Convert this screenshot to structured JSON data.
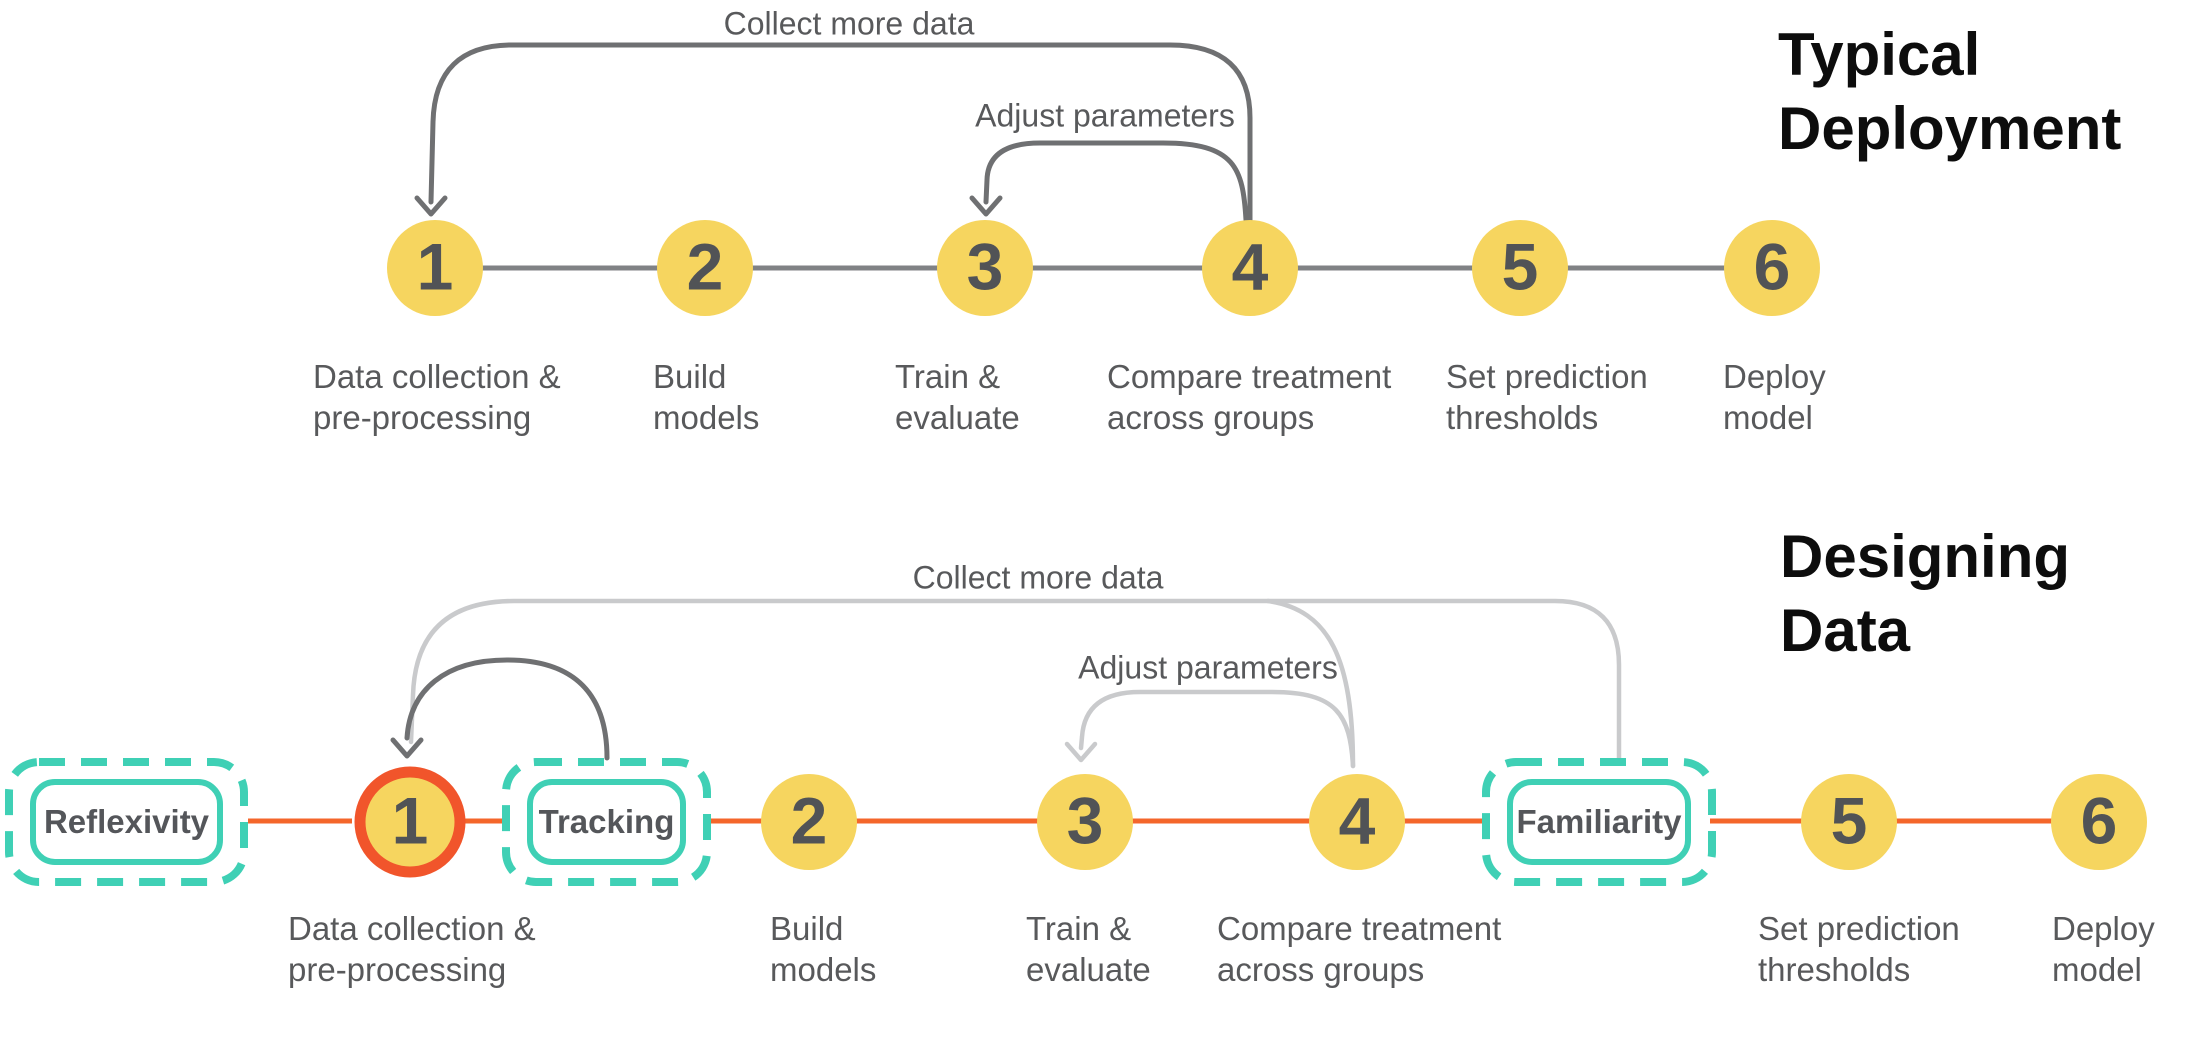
{
  "colors": {
    "yellow": "#F6D55F",
    "orange": "#F1552B",
    "orange_line": "#F4662B",
    "teal": "#3FD0B5",
    "dark_gray": "#6F7072",
    "light_gray": "#C9CACC",
    "connector_gray": "#808285",
    "text_gray": "#58595B",
    "title_black": "#0D0D0D"
  },
  "top_flow": {
    "title": {
      "line1": "Typical",
      "line2": "Deployment"
    },
    "loops": {
      "collect": "Collect more data",
      "adjust": "Adjust parameters"
    },
    "steps": [
      {
        "number": "1",
        "label_line1": "Data collection &",
        "label_line2": "pre-processing"
      },
      {
        "number": "2",
        "label_line1": "Build",
        "label_line2": "models"
      },
      {
        "number": "3",
        "label_line1": "Train &",
        "label_line2": "evaluate"
      },
      {
        "number": "4",
        "label_line1": "Compare treatment",
        "label_line2": "across groups"
      },
      {
        "number": "5",
        "label_line1": "Set prediction",
        "label_line2": "thresholds"
      },
      {
        "number": "6",
        "label_line1": "Deploy",
        "label_line2": "model"
      }
    ]
  },
  "bottom_flow": {
    "title": {
      "line1": "Designing",
      "line2": "Data"
    },
    "loops": {
      "collect": "Collect more data",
      "adjust": "Adjust parameters"
    },
    "annotations": {
      "reflexivity": "Reflexivity",
      "tracking": "Tracking",
      "familiarity": "Familiarity"
    },
    "steps": [
      {
        "number": "1",
        "label_line1": "Data collection &",
        "label_line2": "pre-processing"
      },
      {
        "number": "2",
        "label_line1": "Build",
        "label_line2": "models"
      },
      {
        "number": "3",
        "label_line1": "Train &",
        "label_line2": "evaluate"
      },
      {
        "number": "4",
        "label_line1": "Compare treatment",
        "label_line2": "across groups"
      },
      {
        "number": "5",
        "label_line1": "Set prediction",
        "label_line2": "thresholds"
      },
      {
        "number": "6",
        "label_line1": "Deploy",
        "label_line2": "model"
      }
    ]
  }
}
